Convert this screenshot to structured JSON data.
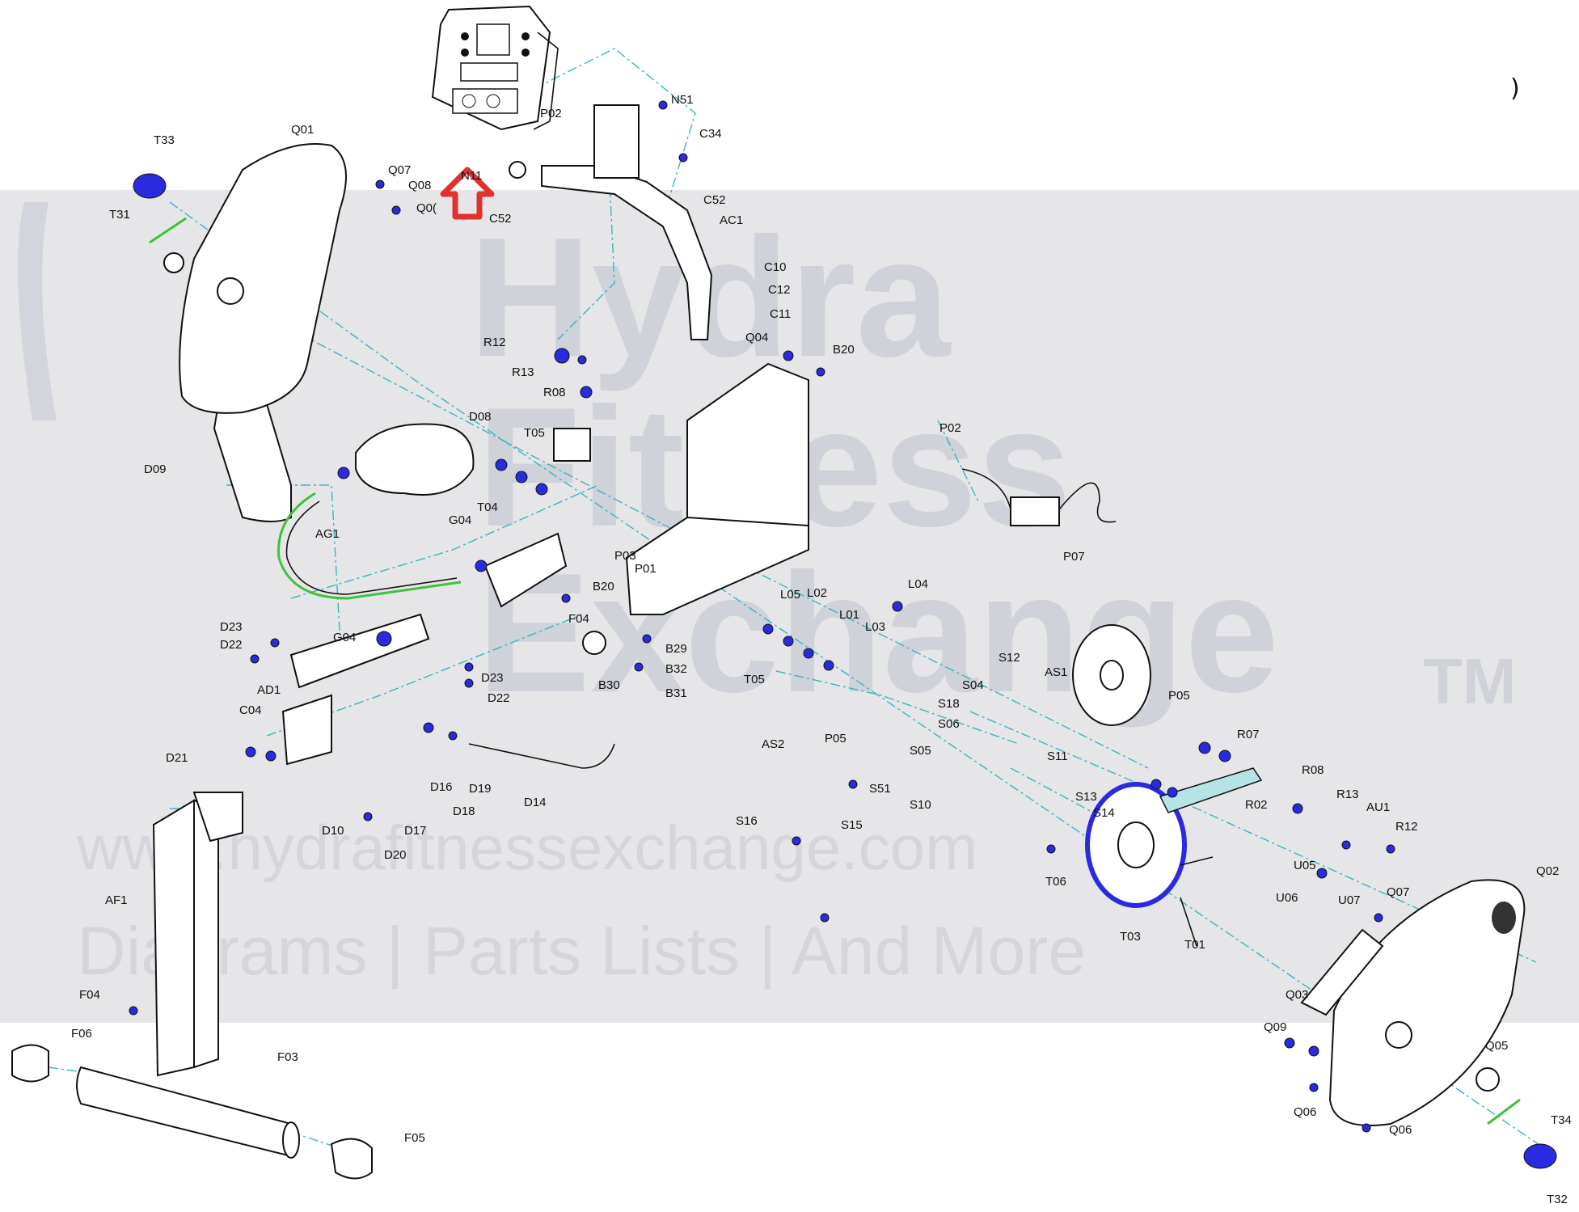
{
  "watermark": {
    "brand_line1": "Hydra",
    "brand_line2": "Fitness",
    "brand_line3": "Exchange",
    "trademark": "TM",
    "url": "www.hydrafitnessexchange.com",
    "tagline": "Diagrams | Parts Lists | And More"
  },
  "colors": {
    "highlight_arrow": "#e03030",
    "guide_lines": "#3cb4c4",
    "hardware": "#2a2ae0",
    "springs": "#3ec23e"
  },
  "right_edge_glyph": ")",
  "labels": [
    {
      "id": "n51",
      "text": "N51"
    },
    {
      "id": "c34",
      "text": "C34"
    },
    {
      "id": "p02a",
      "text": "P02"
    },
    {
      "id": "n11",
      "text": "N11"
    },
    {
      "id": "c52a",
      "text": "C52"
    },
    {
      "id": "c52b",
      "text": "C52"
    },
    {
      "id": "ac1",
      "text": "AC1"
    },
    {
      "id": "t33",
      "text": "T33"
    },
    {
      "id": "t31",
      "text": "T31"
    },
    {
      "id": "q01",
      "text": "Q01"
    },
    {
      "id": "q07a",
      "text": "Q07"
    },
    {
      "id": "q08",
      "text": "Q08"
    },
    {
      "id": "q00",
      "text": "Q0("
    },
    {
      "id": "c10",
      "text": "C10"
    },
    {
      "id": "c12",
      "text": "C12"
    },
    {
      "id": "c11",
      "text": "C11"
    },
    {
      "id": "r12a",
      "text": "R12"
    },
    {
      "id": "r13a",
      "text": "R13"
    },
    {
      "id": "r08a",
      "text": "R08"
    },
    {
      "id": "q04",
      "text": "Q04"
    },
    {
      "id": "b20a",
      "text": "B20"
    },
    {
      "id": "d08",
      "text": "D08"
    },
    {
      "id": "t05a",
      "text": "T05"
    },
    {
      "id": "t04",
      "text": "T04"
    },
    {
      "id": "d09",
      "text": "D09"
    },
    {
      "id": "p02b",
      "text": "P02"
    },
    {
      "id": "p07",
      "text": "P07"
    },
    {
      "id": "ag1",
      "text": "AG1"
    },
    {
      "id": "g04a",
      "text": "G04"
    },
    {
      "id": "p03",
      "text": "P03"
    },
    {
      "id": "p01",
      "text": "P01"
    },
    {
      "id": "b20b",
      "text": "B20"
    },
    {
      "id": "f04a",
      "text": "F04"
    },
    {
      "id": "l05",
      "text": "L05"
    },
    {
      "id": "l02",
      "text": "L02"
    },
    {
      "id": "l01",
      "text": "L01"
    },
    {
      "id": "l03",
      "text": "L03"
    },
    {
      "id": "l04",
      "text": "L04"
    },
    {
      "id": "d23a",
      "text": "D23"
    },
    {
      "id": "d22a",
      "text": "D22"
    },
    {
      "id": "g04b",
      "text": "G04"
    },
    {
      "id": "b29",
      "text": "B29"
    },
    {
      "id": "b32",
      "text": "B32"
    },
    {
      "id": "b31",
      "text": "B31"
    },
    {
      "id": "b30",
      "text": "B30"
    },
    {
      "id": "t05b",
      "text": "T05"
    },
    {
      "id": "s12",
      "text": "S12"
    },
    {
      "id": "as1",
      "text": "AS1"
    },
    {
      "id": "s04",
      "text": "S04"
    },
    {
      "id": "s18",
      "text": "S18"
    },
    {
      "id": "s06",
      "text": "S06"
    },
    {
      "id": "p05a",
      "text": "P05"
    },
    {
      "id": "d23b",
      "text": "D23"
    },
    {
      "id": "d22b",
      "text": "D22"
    },
    {
      "id": "ad1",
      "text": "AD1"
    },
    {
      "id": "c04",
      "text": "C04"
    },
    {
      "id": "s05",
      "text": "S05"
    },
    {
      "id": "s11",
      "text": "S11"
    },
    {
      "id": "r07",
      "text": "R07"
    },
    {
      "id": "as2",
      "text": "AS2"
    },
    {
      "id": "p05b",
      "text": "P05"
    },
    {
      "id": "d16",
      "text": "D16"
    },
    {
      "id": "d19",
      "text": "D19"
    },
    {
      "id": "d18",
      "text": "D18"
    },
    {
      "id": "d14",
      "text": "D14"
    },
    {
      "id": "d21",
      "text": "D21"
    },
    {
      "id": "s51",
      "text": "S51"
    },
    {
      "id": "s10",
      "text": "S10"
    },
    {
      "id": "s13",
      "text": "S13"
    },
    {
      "id": "s14",
      "text": "S14"
    },
    {
      "id": "r08b",
      "text": "R08"
    },
    {
      "id": "r02",
      "text": "R02"
    },
    {
      "id": "r13b",
      "text": "R13"
    },
    {
      "id": "au1",
      "text": "AU1"
    },
    {
      "id": "r12b",
      "text": "R12"
    },
    {
      "id": "d10",
      "text": "D10"
    },
    {
      "id": "d17",
      "text": "D17"
    },
    {
      "id": "d20",
      "text": "D20"
    },
    {
      "id": "s16",
      "text": "S16"
    },
    {
      "id": "s15",
      "text": "S15"
    },
    {
      "id": "t06",
      "text": "T06"
    },
    {
      "id": "u05",
      "text": "U05"
    },
    {
      "id": "u06",
      "text": "U06"
    },
    {
      "id": "u07",
      "text": "U07"
    },
    {
      "id": "q07b",
      "text": "Q07"
    },
    {
      "id": "q02",
      "text": "Q02"
    },
    {
      "id": "af1",
      "text": "AF1"
    },
    {
      "id": "t03",
      "text": "T03"
    },
    {
      "id": "t01",
      "text": "T01"
    },
    {
      "id": "q03",
      "text": "Q03"
    },
    {
      "id": "f04b",
      "text": "F04"
    },
    {
      "id": "f06",
      "text": "F06"
    },
    {
      "id": "f03",
      "text": "F03"
    },
    {
      "id": "q09",
      "text": "Q09"
    },
    {
      "id": "q05",
      "text": "Q05"
    },
    {
      "id": "q06a",
      "text": "Q06"
    },
    {
      "id": "q06b",
      "text": "Q06"
    },
    {
      "id": "f05",
      "text": "F05"
    },
    {
      "id": "t34",
      "text": "T34"
    },
    {
      "id": "t32",
      "text": "T32"
    }
  ]
}
